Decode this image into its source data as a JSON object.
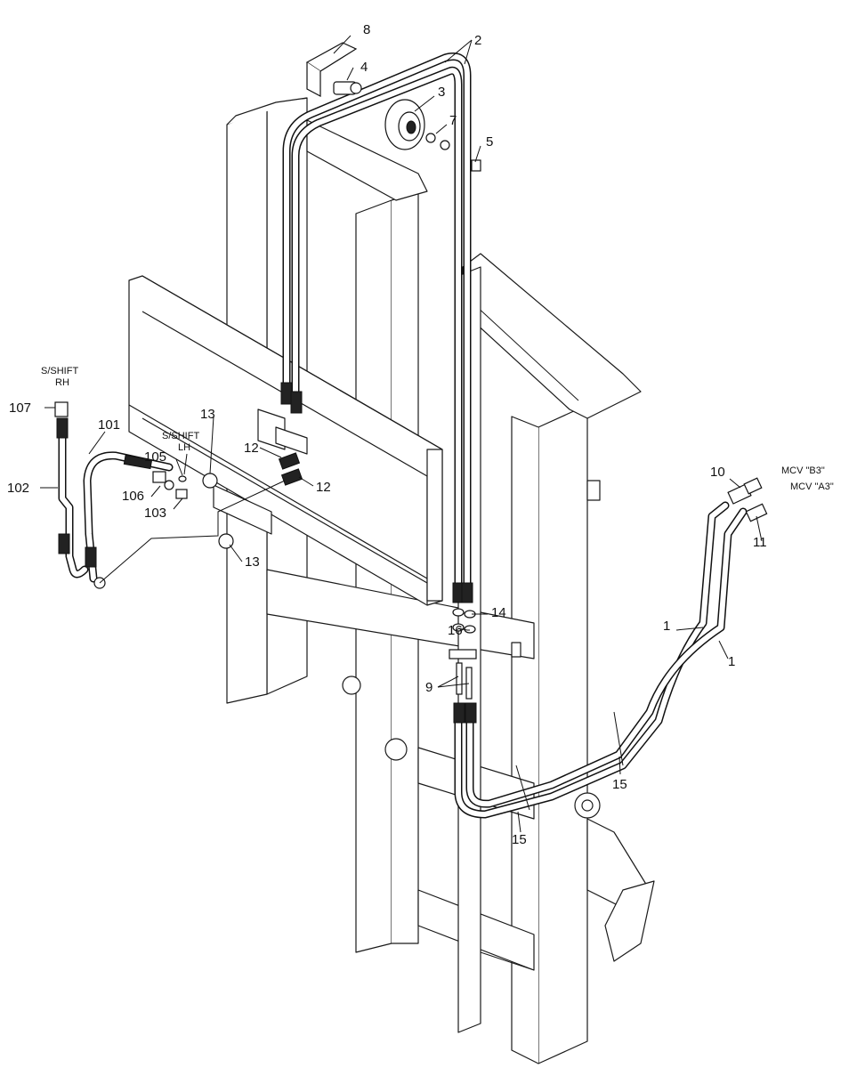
{
  "callouts": {
    "c1a": "1",
    "c1b": "1",
    "c2": "2",
    "c3": "3",
    "c4": "4",
    "c5": "5",
    "c7": "7",
    "c8": "8",
    "c9": "9",
    "c10": "10",
    "c11": "11",
    "c12a": "12",
    "c12b": "12",
    "c13a": "13",
    "c13b": "13",
    "c14": "14",
    "c15a": "15",
    "c15b": "15",
    "c16": "16",
    "c101": "101",
    "c102": "102",
    "c103": "103",
    "c105": "105",
    "c106": "106",
    "c107": "107"
  },
  "annotations": {
    "sshift_rh_1": "S/SHIFT",
    "sshift_rh_2": "RH",
    "sshift_lh_1": "S/SHIFT",
    "sshift_lh_2": "LH",
    "mcv_b3": "MCV \"B3\"",
    "mcv_a3": "MCV \"A3\""
  }
}
